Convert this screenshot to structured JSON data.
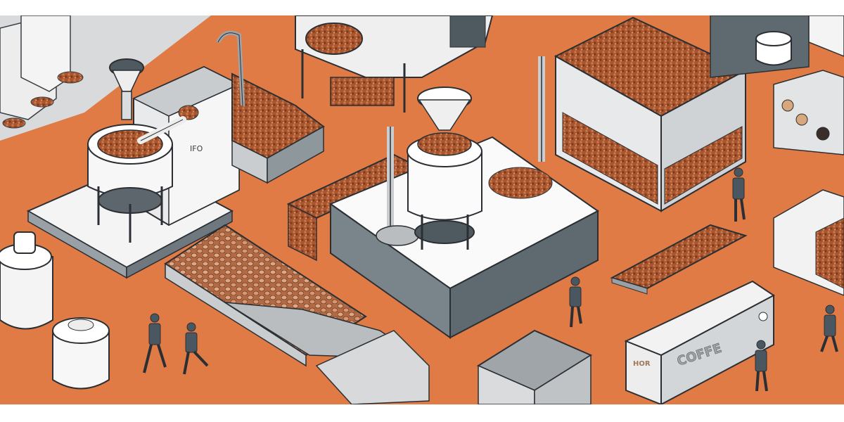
{
  "illustration": {
    "subject": "Isometric coffee roasting factory",
    "labels": {
      "truck_side": "COFFE",
      "truck_front": "HOR",
      "machine_mark": "IFO"
    },
    "colors": {
      "floor": "#E07B45",
      "border": "#FFFFFF",
      "metal_light": "#F2F2F2",
      "metal_mid": "#B9BDC0",
      "metal_dark": "#5E6A70",
      "outline": "#2B2F33",
      "beans": "#A9552E",
      "beans_light": "#D49A72",
      "people": "#4A5660"
    }
  }
}
